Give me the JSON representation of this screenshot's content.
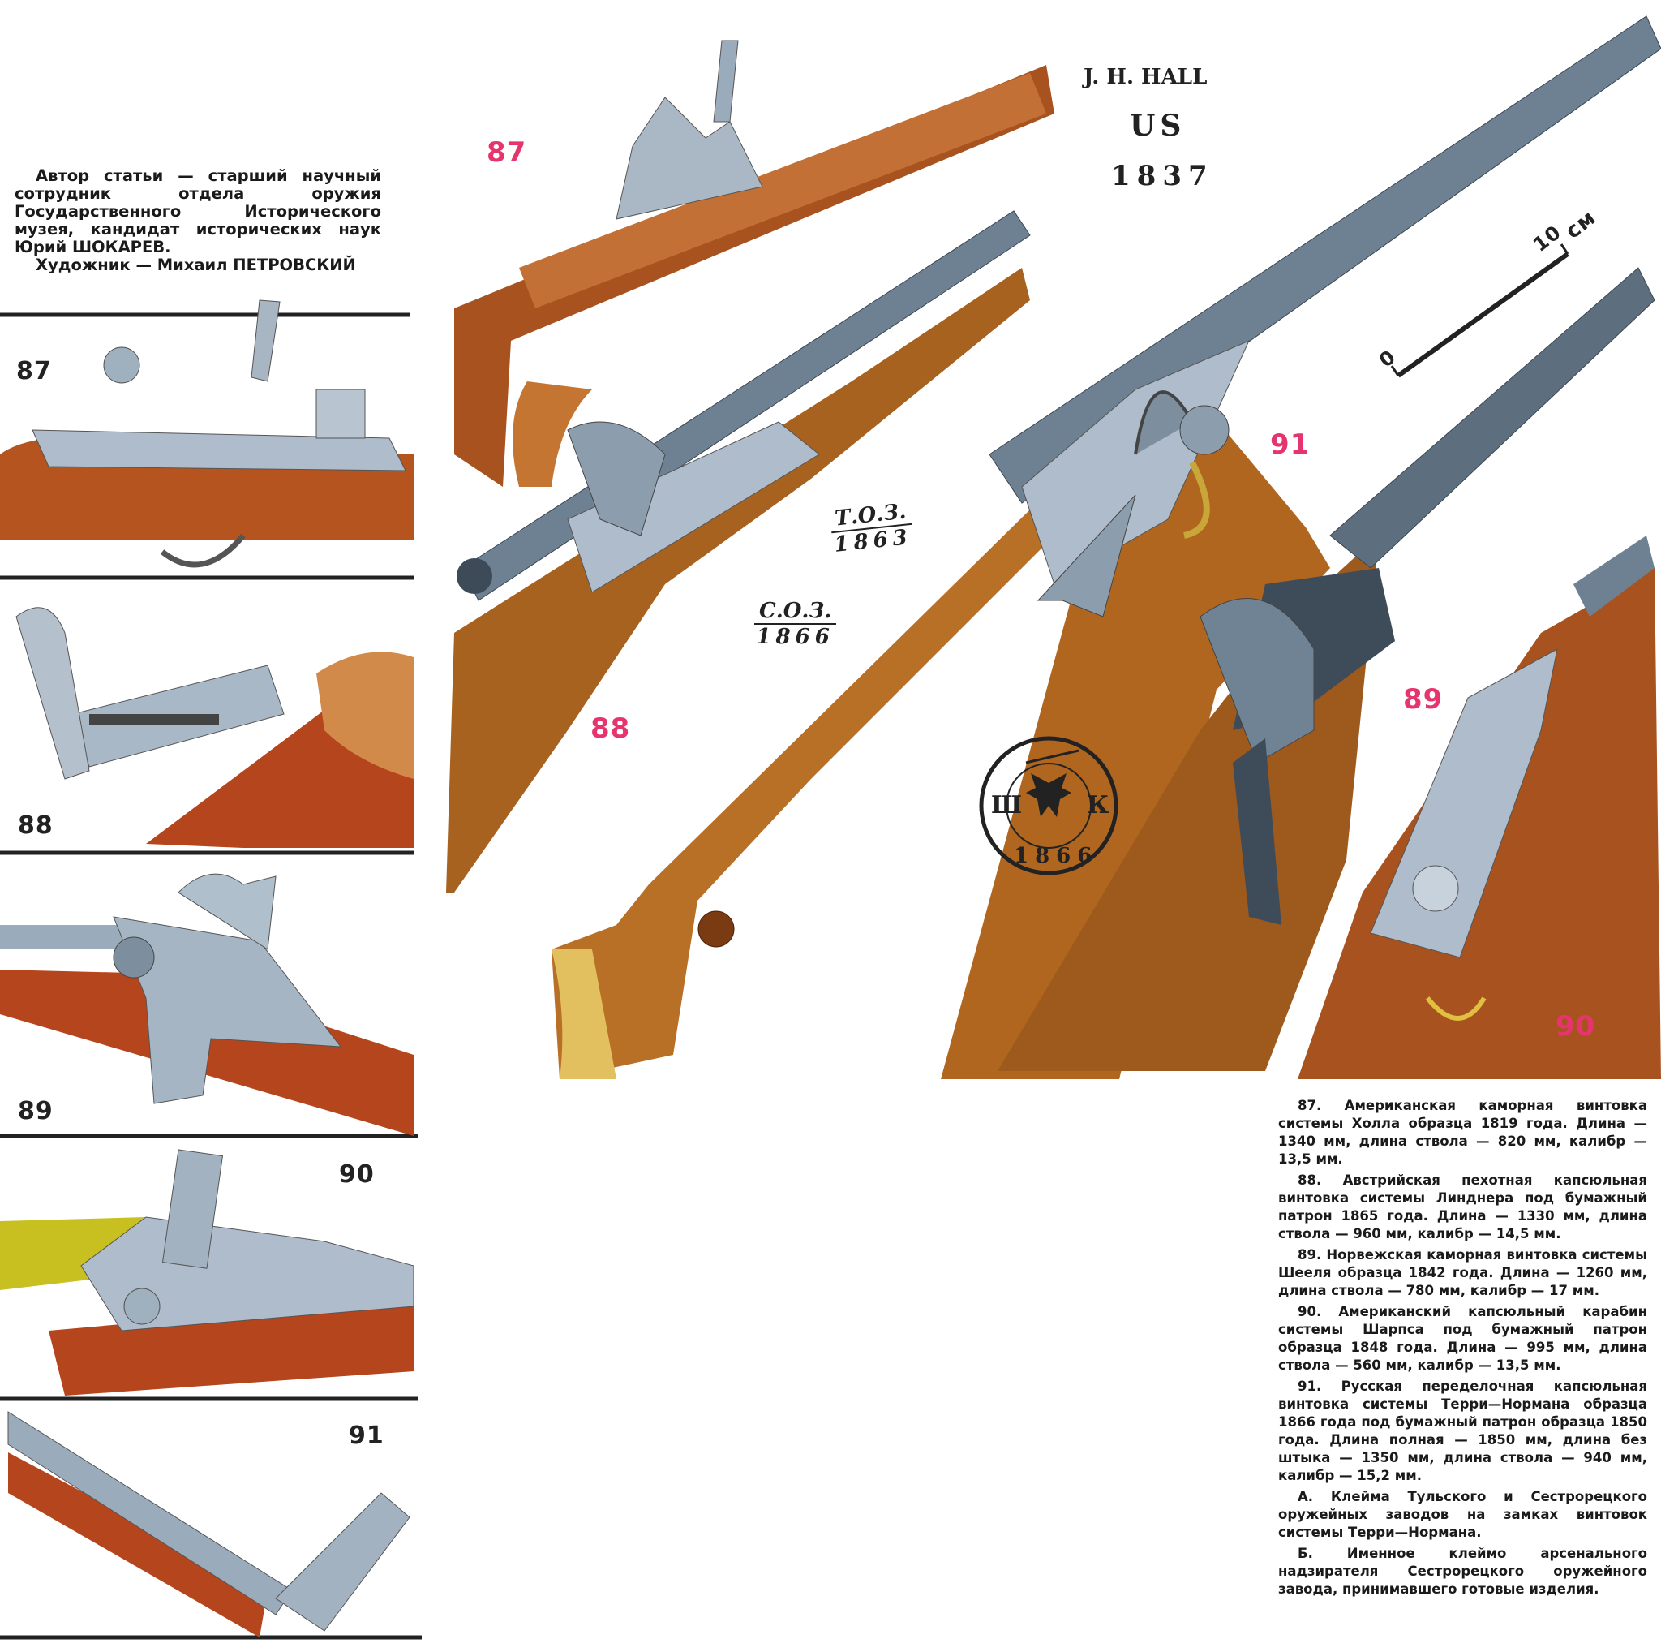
{
  "author_note": {
    "text": "Автор статьи — старший научный сотрудник отдела оружия Государственного Исторического музея, кандидат исторических наук Юрий ШОКАРЕВ.",
    "artist": "Художник — Михаил ПЕТРОВСКИЙ"
  },
  "detail_panels": [
    {
      "label": "87"
    },
    {
      "label": "88"
    },
    {
      "label": "89"
    },
    {
      "label": "90"
    },
    {
      "label": "91"
    }
  ],
  "figure_labels": {
    "f87": "87",
    "f88": "88",
    "f89": "89",
    "f90": "90",
    "f91": "91"
  },
  "hall_mark": {
    "line1": "J. H. HALL",
    "line2": "US",
    "line3": "1837"
  },
  "stamps": {
    "tula": {
      "top": "Т.О.З.",
      "bottom": "1863"
    },
    "sestroretsk": {
      "top": "С.О.З.",
      "bottom": "1866"
    },
    "round": {
      "left": "Ш",
      "right": "К",
      "year": "1866"
    }
  },
  "scale_bar": {
    "zero": "0",
    "end": "10",
    "unit": "см"
  },
  "colors": {
    "wood": "#a8521f",
    "wood_light": "#c0692b",
    "steel": "#8ea2b4",
    "accent_label": "#e6356e",
    "brass": "#e0c040"
  },
  "captions": [
    "87. Американская каморная винтовка системы Холла образца 1819 года. Длина — 1340 мм, длина ствола — 820 мм, калибр — 13,5 мм.",
    "88. Австрийская пехотная капсюльная винтовка системы Линднера под бумажный патрон 1865 года. Длина — 1330 мм, длина ствола — 960 мм, калибр — 14,5 мм.",
    "89. Норвежская каморная винтовка системы Шееля образца 1842 года. Длина — 1260 мм, длина ствола — 780 мм, калибр — 17 мм.",
    "90. Американский капсюльный карабин системы Шарпса под бумажный патрон образца 1848 года. Длина — 995 мм, длина ствола — 560 мм, калибр — 13,5 мм.",
    "91. Русская переделочная капсюльная винтовка системы Терри—Нормана образца 1866 года под бумажный патрон образца 1850 года. Длина полная — 1850 мм, длина без штыка — 1350 мм, длина ствола — 940 мм, калибр — 15,2 мм.",
    "А. Клейма Тульского и Сестрорецкого оружейных заводов на замках винтовок системы Терри—Нормана.",
    "Б. Именное клеймо арсенального надзирателя Сестрорецкого оружейного завода, принимавшего готовые изделия."
  ]
}
